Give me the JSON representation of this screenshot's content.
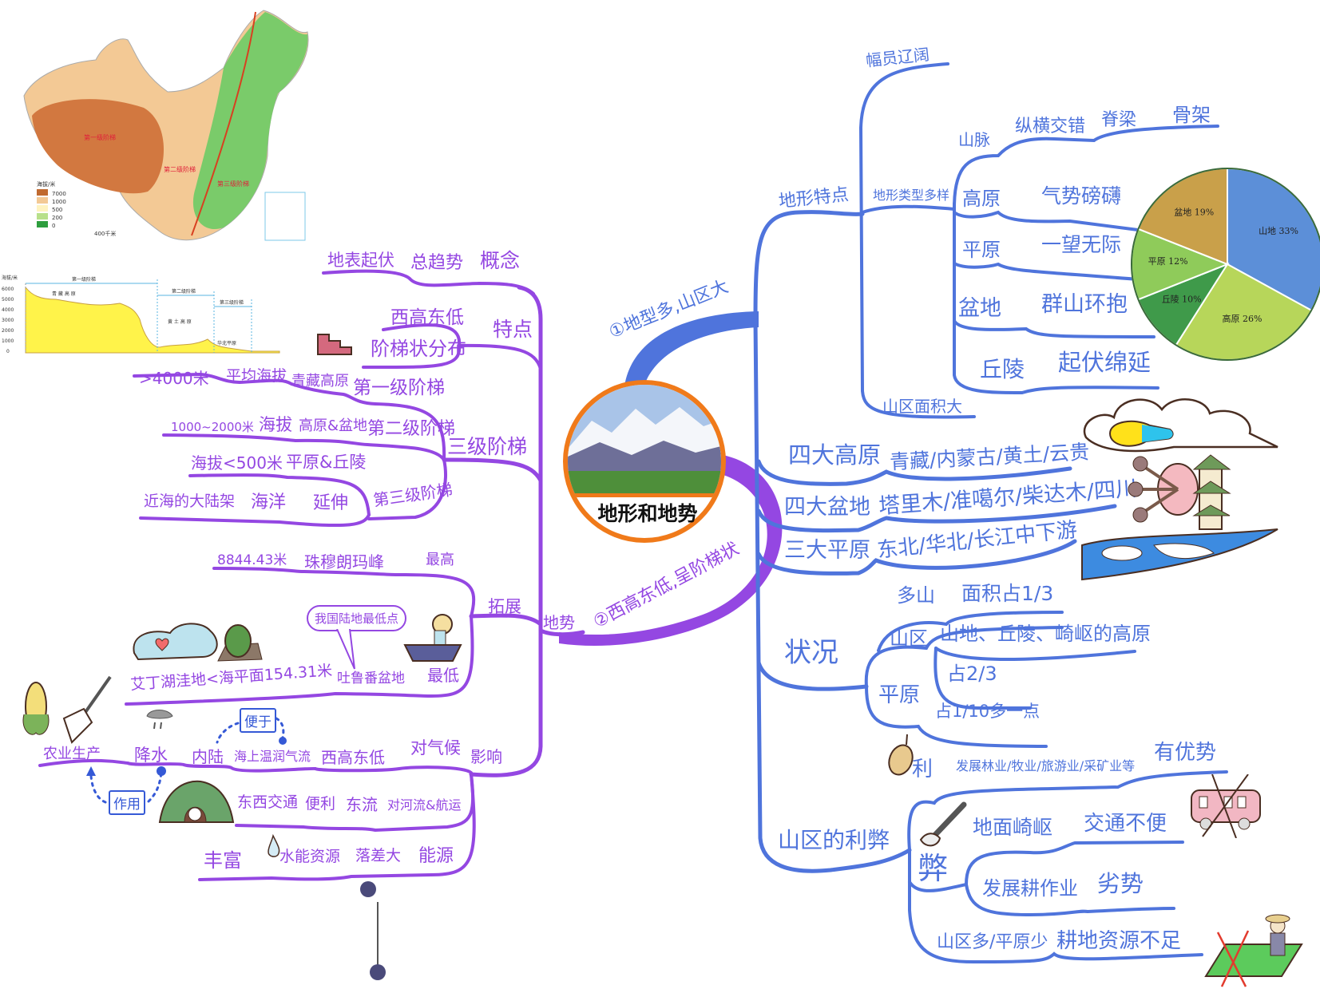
{
  "center": {
    "title": "地形和地势"
  },
  "colors": {
    "blue": "#4F74DC",
    "purple": "#9447E2",
    "orange": "#F07A1A"
  },
  "terrain": {
    "branch_label": "①地型多,山区大",
    "features": {
      "label": "地形特点",
      "vast": "幅员辽阔",
      "diverse": {
        "label": "地形类型多样",
        "mountains": {
          "label": "山脉",
          "desc": "纵横交错",
          "role1": "脊梁",
          "role2": "骨架"
        },
        "plateau": {
          "label": "高原",
          "desc": "气势磅礴"
        },
        "plain": {
          "label": "平原",
          "desc": "一望无际"
        },
        "basin": {
          "label": "盆地",
          "desc": "群山环抱"
        },
        "hills": {
          "label": "丘陵",
          "desc": "起伏绵延"
        }
      },
      "mountain_area": "山区面积大"
    },
    "pie": [
      {
        "label": "山地",
        "value": 33
      },
      {
        "label": "高原",
        "value": 26
      },
      {
        "label": "丘陵",
        "value": 10
      },
      {
        "label": "平原",
        "value": 12
      },
      {
        "label": "盆地",
        "value": 19
      }
    ],
    "four_plateaus": {
      "label": "四大高原",
      "items": "青藏/内蒙古/黄土/云贵"
    },
    "four_basins": {
      "label": "四大盆地",
      "items": "塔里木/准噶尔/柴达木/四川"
    },
    "three_plains": {
      "label": "三大平原",
      "items": "东北/华北/长江中下游"
    },
    "status": {
      "label": "状况",
      "many_mountains": "多山",
      "area_third": "面积占1/3",
      "mountain_region": "山区",
      "mountain_region_desc": "山地、丘陵、崎岖的高原",
      "two_thirds": "占2/3",
      "plain": "平原",
      "plain_share": "占1/10多一点"
    },
    "pros_cons": {
      "label": "山区的利弊",
      "pro": "利",
      "pro_desc": "发展林业/牧业/旅游业/采矿业等",
      "pro_result": "有优势",
      "con": "弊",
      "con1": "地面崎岖",
      "con1_result": "交通不便",
      "con2": "发展耕作业",
      "con2_result": "劣势",
      "con3": "山区多/平原少",
      "con3_result": "耕地资源不足"
    }
  },
  "relief": {
    "branch_label": "②西高东低,呈阶梯状",
    "label": "地势",
    "concept": {
      "label": "概念",
      "a": "总趋势",
      "b": "地表起伏"
    },
    "feature": {
      "label": "特点",
      "a": "西高东低",
      "b": "阶梯状分布"
    },
    "three_steps": {
      "label": "三级阶梯",
      "first": {
        "label": "第一级阶梯",
        "region": "青藏高原",
        "k": "平均海拔",
        "v": ">4000米"
      },
      "second": {
        "label": "第二级阶梯",
        "region": "高原&盆地",
        "k": "海拔",
        "v": "1000~2000米"
      },
      "third": {
        "label": "第三级阶梯",
        "region": "平原&丘陵",
        "v": "海拔<500米",
        "ext": "延伸",
        "sea": "海洋",
        "shelf": "近海的大陆架"
      }
    },
    "extension": {
      "label": "拓展",
      "highest": "最高",
      "peak": "珠穆朗玛峰",
      "height": "8844.43米",
      "lowest": "最低",
      "basin": "吐鲁番盆地",
      "bubble": "我国陆地最低点",
      "lake": "艾丁湖洼地<海平面154.31米"
    },
    "influence": {
      "label": "影响",
      "climate": "对气候",
      "wh": "西高东低",
      "air": "海上温润气流",
      "inland": "内陆",
      "rain": "降水",
      "agri": "农业生产",
      "facilitate": "便于",
      "effect": "作用",
      "river": "对河流&航运",
      "east": "东流",
      "convenient": "便利",
      "traffic": "东西交通",
      "energy": "能源",
      "drop": "落差大",
      "hydro": "水能资源",
      "rich": "丰富"
    }
  },
  "map_figure": {
    "legend_title": "海拔/米",
    "legend_values": [
      "7000",
      "1000",
      "500",
      "200",
      "0"
    ],
    "step1": "第一级阶梯",
    "step2": "第二级阶梯",
    "step3": "第三级阶梯",
    "scale": "400千米"
  },
  "profile_figure": {
    "ylabel": "海拔/米",
    "yticks": [
      "6000",
      "5000",
      "4000",
      "3000",
      "2000",
      "1000",
      "0"
    ],
    "step1": "第一级阶梯",
    "step2": "第二级阶梯",
    "step3": "第三级阶梯",
    "region1": "青 藏 高 原",
    "region2": "黄 土 高 原",
    "region3": "华北平原"
  }
}
